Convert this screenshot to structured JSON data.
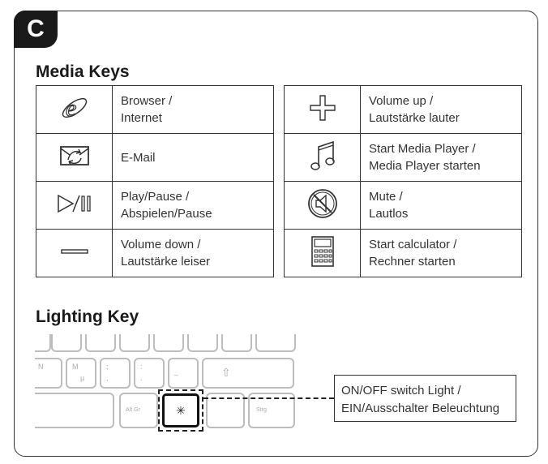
{
  "section_letter": "C",
  "media_keys": {
    "title": "Media Keys",
    "left_rows": [
      {
        "icon": "internet-explorer-icon",
        "line1": "Browser /",
        "line2": "Internet"
      },
      {
        "icon": "email-icon",
        "line1": "E-Mail",
        "line2": ""
      },
      {
        "icon": "play-pause-icon",
        "line1": "Play/Pause /",
        "line2": "Abspielen/Pause"
      },
      {
        "icon": "volume-down-icon",
        "line1": "Volume down /",
        "line2": "Lautstärke leiser"
      }
    ],
    "right_rows": [
      {
        "icon": "volume-up-icon",
        "line1": "Volume up /",
        "line2": "Lautstärke lauter"
      },
      {
        "icon": "music-note-icon",
        "line1": "Start Media Player /",
        "line2": "Media Player starten"
      },
      {
        "icon": "mute-icon",
        "line1": "Mute /",
        "line2": "Lautlos"
      },
      {
        "icon": "calculator-icon",
        "line1": "Start calculator /",
        "line2": "Rechner starten"
      }
    ]
  },
  "lighting_key": {
    "title": "Lighting Key",
    "keyboard_labels": {
      "n": "N",
      "m": "M",
      "mu": "µ",
      "semicolon": ";",
      "comma": ",",
      "colon": ":",
      "period": ".",
      "underscore": "_",
      "dash": "–",
      "hash": "#",
      "shift": "⇧",
      "altgr": "Alt Gr",
      "light": "✳",
      "strg": "Strg"
    },
    "callout_line1": "ON/OFF switch Light /",
    "callout_line2": "EIN/Ausschalter Beleuchtung"
  }
}
